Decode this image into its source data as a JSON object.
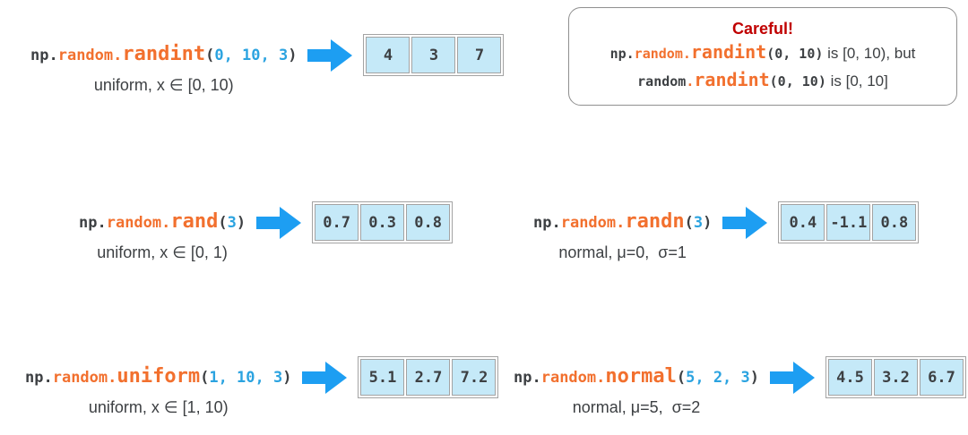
{
  "palette": {
    "orange": "#f2702e",
    "blue_number": "#2ba3e0",
    "arrow_blue": "#1d9ef2",
    "cell_fill": "#c5e9f8",
    "cell_border": "#a3a3a3",
    "dark": "#3d4043",
    "careful_red": "#c00000"
  },
  "careful": {
    "title": "Careful!",
    "line1": [
      {
        "text": "np.",
        "style": "plain"
      },
      {
        "text": "random.",
        "style": "module"
      },
      {
        "text": "randint",
        "style": "func"
      },
      {
        "text": "(0, 10)",
        "style": "plain"
      },
      {
        "text": " is [0, 10), but",
        "style": "prose"
      }
    ],
    "line2": [
      {
        "text": "random",
        "style": "plain"
      },
      {
        "text": ".",
        "style": "module"
      },
      {
        "text": "randint",
        "style": "func"
      },
      {
        "text": "(0, 10)",
        "style": "plain"
      },
      {
        "text": " is [0, 10]",
        "style": "prose"
      }
    ]
  },
  "examples": [
    {
      "id": "randint",
      "code": [
        {
          "text": "np.",
          "style": "plain"
        },
        {
          "text": "random.",
          "style": "module"
        },
        {
          "text": "randint",
          "style": "func"
        },
        {
          "text": "(",
          "style": "plain"
        },
        {
          "text": "0, 10, 3",
          "style": "args"
        },
        {
          "text": ")",
          "style": "plain"
        }
      ],
      "subtitle": "uniform, x ∈ [0, 10)",
      "values": [
        "4",
        "3",
        "7"
      ]
    },
    {
      "id": "rand",
      "code": [
        {
          "text": "np.",
          "style": "plain"
        },
        {
          "text": "random.",
          "style": "module"
        },
        {
          "text": "rand",
          "style": "func"
        },
        {
          "text": "(",
          "style": "plain"
        },
        {
          "text": "3",
          "style": "args"
        },
        {
          "text": ")",
          "style": "plain"
        }
      ],
      "subtitle": "uniform, x ∈ [0, 1)",
      "values": [
        "0.7",
        "0.3",
        "0.8"
      ]
    },
    {
      "id": "randn",
      "code": [
        {
          "text": "np.",
          "style": "plain"
        },
        {
          "text": "random.",
          "style": "module"
        },
        {
          "text": "randn",
          "style": "func"
        },
        {
          "text": "(",
          "style": "plain"
        },
        {
          "text": "3",
          "style": "args"
        },
        {
          "text": ")",
          "style": "plain"
        }
      ],
      "subtitle": "normal, μ=0,  σ=1",
      "values": [
        "0.4",
        "-1.1",
        "0.8"
      ]
    },
    {
      "id": "uniform",
      "code": [
        {
          "text": "np.",
          "style": "plain"
        },
        {
          "text": "random.",
          "style": "module"
        },
        {
          "text": "uniform",
          "style": "func"
        },
        {
          "text": "(",
          "style": "plain"
        },
        {
          "text": "1, 10, 3",
          "style": "args"
        },
        {
          "text": ")",
          "style": "plain"
        }
      ],
      "subtitle": "uniform, x ∈ [1, 10)",
      "values": [
        "5.1",
        "2.7",
        "7.2"
      ]
    },
    {
      "id": "normal",
      "code": [
        {
          "text": "np.",
          "style": "plain"
        },
        {
          "text": "random.",
          "style": "module"
        },
        {
          "text": "normal",
          "style": "func"
        },
        {
          "text": "(",
          "style": "plain"
        },
        {
          "text": "5, 2, 3",
          "style": "args"
        },
        {
          "text": ")",
          "style": "plain"
        }
      ],
      "subtitle": "normal, μ=5,  σ=2",
      "values": [
        "4.5",
        "3.2",
        "6.7"
      ]
    }
  ]
}
